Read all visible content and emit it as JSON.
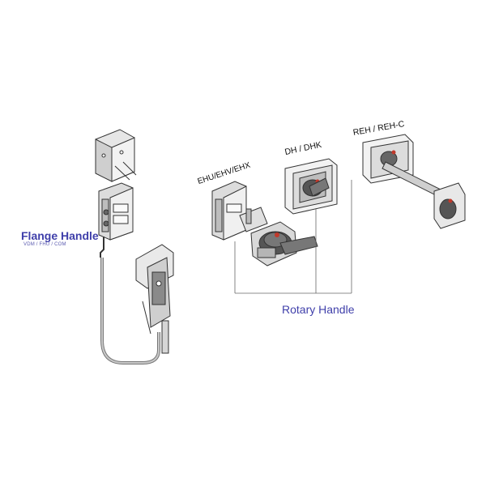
{
  "flange": {
    "title": "Flange Handle",
    "subtitle": "VDM / FHU / COM"
  },
  "rotary": {
    "title": "Rotary Handle"
  },
  "models": {
    "ehu": "EHU/EHV/EHX",
    "dh": "DH / DHK",
    "reh": "REH / REH-C"
  },
  "colors": {
    "label_blue": "#3f3faa",
    "outline": "#333333",
    "metal": "#d4d4d4",
    "red_accent": "#c0392b"
  }
}
